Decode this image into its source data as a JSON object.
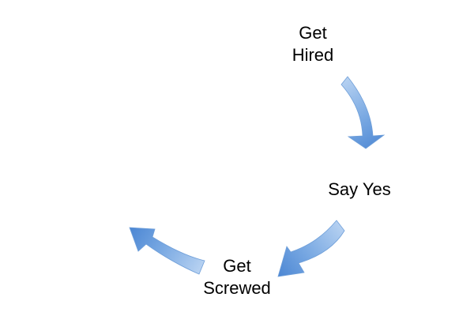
{
  "colors": {
    "arrow_light": "#a9c9ef",
    "arrow_dark": "#4b86d3",
    "text": "#000000",
    "background": "#ffffff"
  },
  "nodes": [
    {
      "line1": "Get",
      "line2": "Hired"
    },
    {
      "line1": "Say Yes"
    },
    {
      "line1": "Get",
      "line2": "Screwed"
    }
  ]
}
